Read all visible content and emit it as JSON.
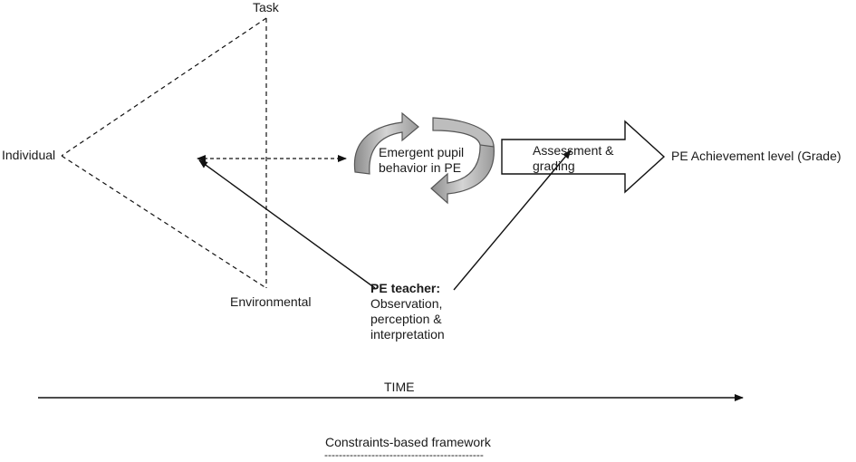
{
  "labels": {
    "task": "Task",
    "individual": "Individual",
    "environmental": "Environmental",
    "cycle": "Emergent pupil behavior in PE",
    "assessment": "Assessment & grading",
    "grade": "PE Achievement level (Grade)",
    "time": "TIME",
    "framework": "Constraints-based framework",
    "framework_underline": "--------------------------------------------"
  },
  "teacher": {
    "title": "PE teacher:",
    "lines": [
      "Observation,",
      "perception &",
      "interpretation"
    ]
  },
  "colors": {
    "line": "#111111",
    "cycle_fill": "#a8a8a8",
    "cycle_light": "#e6e6e6",
    "cycle_stroke": "#555555"
  }
}
